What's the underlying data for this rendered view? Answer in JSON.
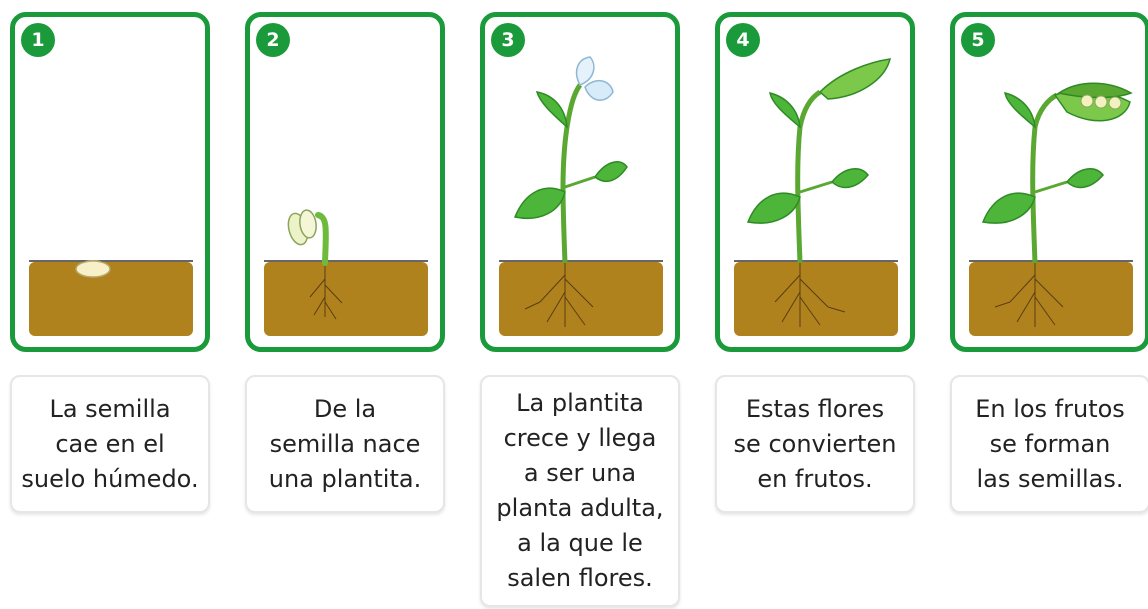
{
  "colors": {
    "frame_green": "#1a9a3a",
    "soil": "#b0821d",
    "leaf": "#4cb53a",
    "leaf_dark": "#2f8a25"
  },
  "steps": [
    {
      "number": "1",
      "caption": "La semilla\ncae en el\nsuelo húmedo."
    },
    {
      "number": "2",
      "caption": "De la\nsemilla nace\nuna plantita."
    },
    {
      "number": "3",
      "caption": "La plantita\ncrece y llega\na ser una\nplanta adulta,\na la que le\nsalen flores."
    },
    {
      "number": "4",
      "caption": "Estas flores\nse convierten\nen frutos."
    },
    {
      "number": "5",
      "caption": "En los frutos\nse forman\nlas semillas."
    }
  ]
}
